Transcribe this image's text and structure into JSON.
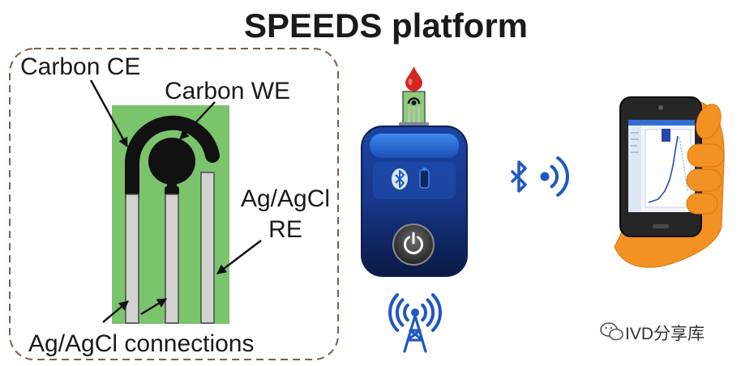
{
  "title": "SPEEDS platform",
  "electrode": {
    "label_ce": "Carbon CE",
    "label_we": "Carbon WE",
    "label_re_line1": "Ag/AgCl",
    "label_re_line2": "RE",
    "label_connections": "Ag/AgCl connections"
  },
  "icons": {
    "blood_drop": "blood-drop-icon",
    "test_strip": "test-strip-icon",
    "device_bluetooth": "bluetooth-icon",
    "device_battery": "battery-icon",
    "device_power": "power-icon",
    "antenna": "antenna-signal-icon",
    "wireless_bluetooth": "bluetooth-icon",
    "wireless_signal": "signal-waves-icon",
    "smartphone": "smartphone-in-hand-icon",
    "watermark": "wechat-icon"
  },
  "colors": {
    "substrate": "#7ac46c",
    "carbon": "#111111",
    "silver": "#d2d2d2",
    "border": "#7d5f48",
    "device_navy": "#0f1f4f",
    "accent_blue": "#1f58c0",
    "blood": "#d7261e",
    "hand": "#f39223",
    "phone": "#262626"
  },
  "watermark": {
    "text": "IVD分享库"
  }
}
